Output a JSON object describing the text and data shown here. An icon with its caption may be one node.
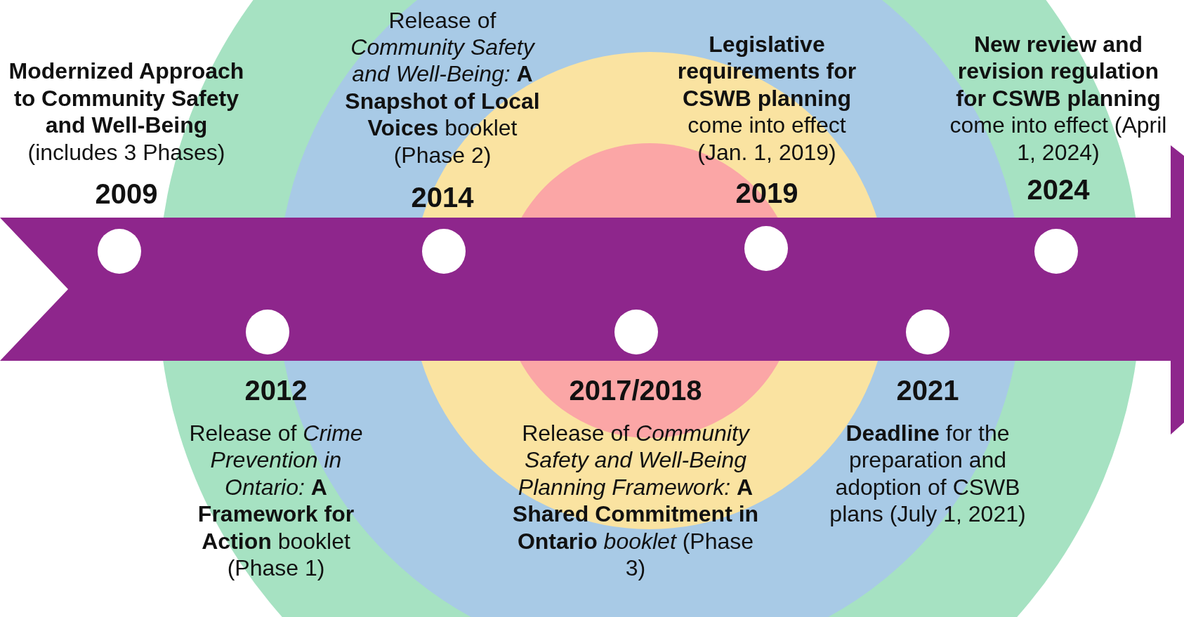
{
  "diagram": {
    "nodes": [
      {
        "text": [],
        "shape": "circle",
        "beside": [
          "2009",
          "**Modernized Approach to Community Safety and Well-Being** (includes 3 Phases)"
        ]
      },
      {
        "text": [],
        "shape": "circle",
        "beside": [
          "2012",
          "Release of *Crime Prevention in Ontario:* **A Framework for Action** booklet (Phase 1)"
        ]
      },
      {
        "text": [],
        "shape": "circle",
        "beside": [
          "2014",
          "Release of *Community Safety and Well-Being:* **A Snapshot of Local Voices** booklet (Phase 2)"
        ]
      },
      {
        "text": [],
        "shape": "circle",
        "beside": [
          "2017/2018",
          "Release of *Community Safety and Well-Being Planning Framework:* **A Shared Commitment in Ontario** *booklet* (Phase 3)"
        ]
      },
      {
        "text": [],
        "shape": "circle",
        "beside": [
          "2019",
          "**Legislative requirements for CSWB planning** come into effect (Jan. 1, 2019)"
        ]
      },
      {
        "text": [],
        "shape": "circle",
        "beside": [
          "2021",
          "**Deadline** for the preparation and adoption of CSWB plans (July 1, 2021)"
        ]
      },
      {
        "text": [],
        "shape": "circle",
        "beside": [
          "2024",
          "**New review and revision regulation for CSWB planning** come into effect (April 1, 2024)"
        ]
      }
    ]
  }
}
